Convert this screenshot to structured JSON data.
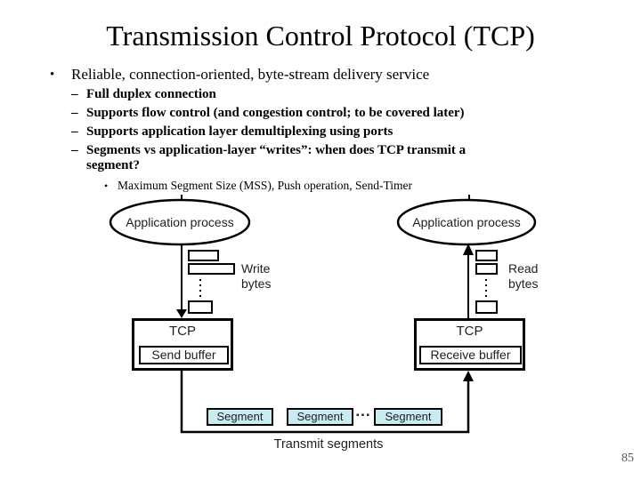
{
  "slide": {
    "title": "Transmission Control Protocol (TCP)",
    "page_number": "85"
  },
  "bullets": {
    "marker_level1": "•",
    "marker_level2": "–",
    "marker_level3": "•",
    "level1": "Reliable, connection-oriented, byte-stream delivery service",
    "level2": [
      "Full duplex connection",
      "Supports flow control (and congestion control; to be covered later)",
      "Supports application layer demultiplexing using ports",
      "Segments vs application-layer “writes”: when does TCP transmit a segment?"
    ],
    "level3": "Maximum Segment Size (MSS), Push operation, Send-Timer"
  },
  "diagram": {
    "sender": {
      "process_label": "Application process",
      "action_line1": "Write",
      "action_line2": "bytes",
      "tcp_label": "TCP",
      "buffer_label": "Send buffer"
    },
    "receiver": {
      "process_label": "Application process",
      "action_line1": "Read",
      "action_line2": "bytes",
      "tcp_label": "TCP",
      "buffer_label": "Receive buffer"
    },
    "segment_labels": [
      "Segment",
      "Segment",
      "Segment"
    ],
    "segment_ellipsis": "...",
    "transmit_label": "Transmit segments",
    "colors": {
      "segment_fill": "#c9ecf2",
      "line": "#000000",
      "diagram_text": "#1f1f1f"
    }
  }
}
